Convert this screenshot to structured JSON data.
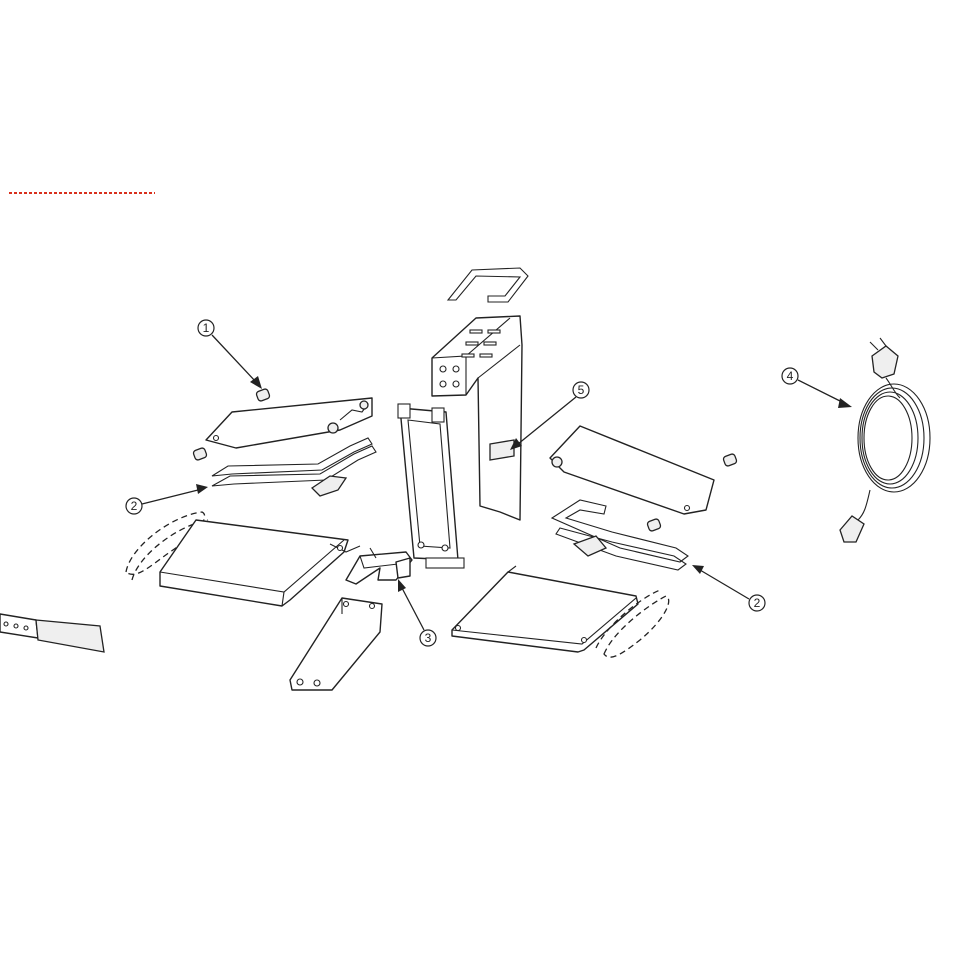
{
  "header_note": {
    "text": "",
    "color": "#d9301c"
  },
  "callouts": [
    {
      "id": "callout-1",
      "label": "1"
    },
    {
      "id": "callout-2-left",
      "label": "2"
    },
    {
      "id": "callout-2-right",
      "label": "2"
    },
    {
      "id": "callout-3",
      "label": "3"
    },
    {
      "id": "callout-4",
      "label": "4"
    },
    {
      "id": "callout-5",
      "label": "5"
    }
  ],
  "colors": {
    "line": "#222222",
    "background": "#ffffff",
    "note": "#d9301c"
  }
}
